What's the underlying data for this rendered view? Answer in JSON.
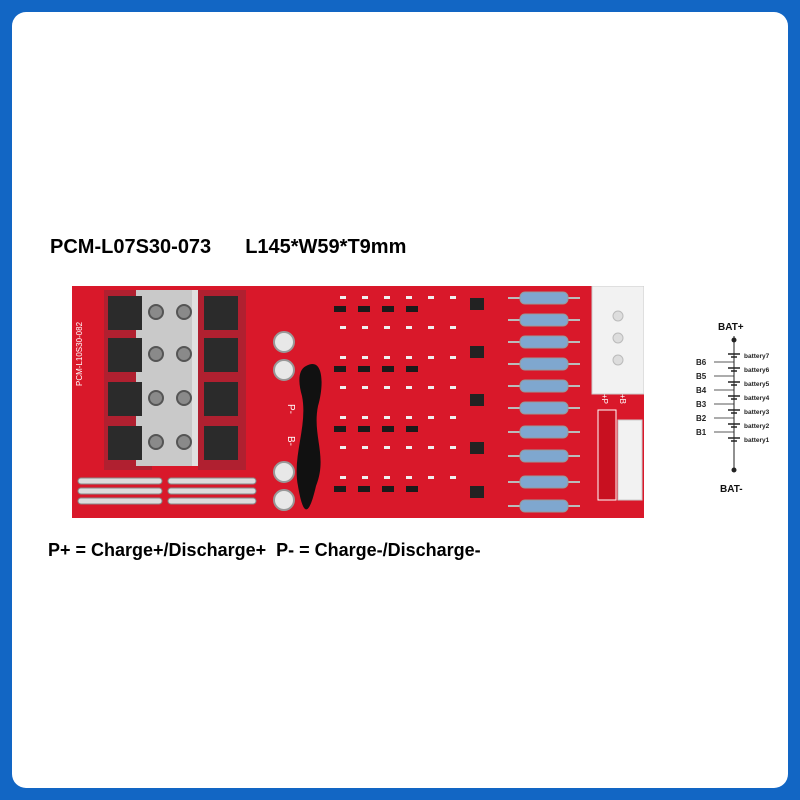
{
  "product": {
    "model": "PCM-L07S30-073",
    "dimensions": "L145*W59*T9mm"
  },
  "legend": {
    "text": "P+ = Charge+/Discharge+  P- = Charge-/Discharge-"
  },
  "board": {
    "label_p_minus": "P-",
    "label_b_minus": "B-",
    "label_plus_p": "+P",
    "label_plus_b": "+B",
    "silkscreen": "PCM-L10S30-082",
    "colors": {
      "pcb": "#d9182a",
      "heatsink": "#c9c9c9",
      "mosfet": "#2b2b2b",
      "resistor": "#7fa7cf",
      "connector": "#f2f2f2"
    }
  },
  "schematic": {
    "top": "BAT+",
    "bottom": "BAT-",
    "taps": [
      "B6",
      "B5",
      "B4",
      "B3",
      "B2",
      "B1"
    ],
    "cells": [
      "battery7",
      "battery6",
      "battery5",
      "battery4",
      "battery3",
      "battery2",
      "battery1"
    ]
  }
}
